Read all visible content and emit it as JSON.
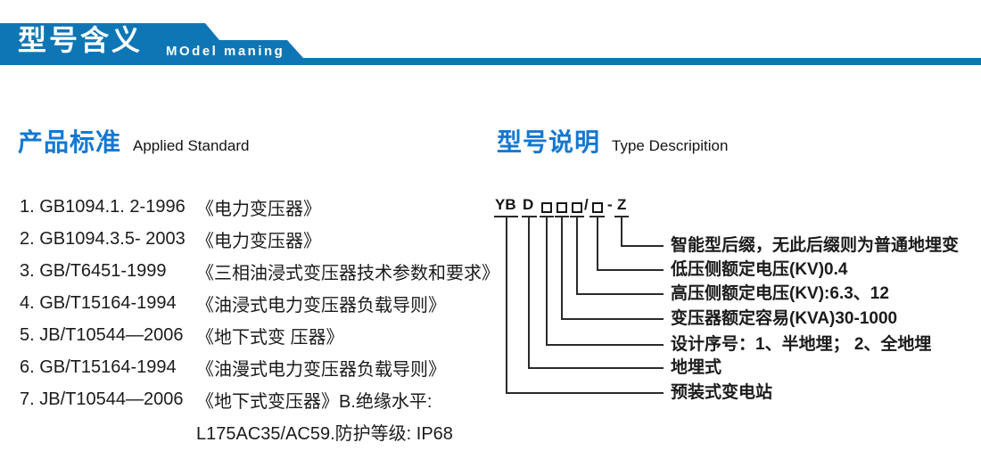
{
  "banner": {
    "title_zh": "型号含义",
    "title_en": "MOdel maning"
  },
  "sections": {
    "standards": {
      "title_zh": "产品标准",
      "title_en": "Applied Standard"
    },
    "model": {
      "title_zh": "型号说明",
      "title_en": "Type Descripition"
    }
  },
  "standards": {
    "items": [
      {
        "code": "1. GB1094.1. 2-1996",
        "title": "《电力变压器》"
      },
      {
        "code": "2. GB1094.3.5- 2003",
        "title": "《电力变压器》"
      },
      {
        "code": "3. GB/T6451-1999",
        "title": "《三相油浸式变压器技术参数和要求》"
      },
      {
        "code": "4. GB/T15164-1994",
        "title": "《油浸式电力变压器负载导则》"
      },
      {
        "code": "5. JB/T10544—2006",
        "title": "《地下式变 压器》"
      },
      {
        "code": "6. GB/T15164-1994",
        "title": "《油漫式电力变压器负载导则》"
      },
      {
        "code": "7. JB/T10544—2006",
        "title": "《地下式变压器》B.绝缘水平:"
      },
      {
        "code": "",
        "title": "L175AC35/AC59.防护等级: IP68"
      }
    ]
  },
  "model": {
    "code": {
      "yb": "YB",
      "d": "D",
      "slash": "/",
      "dash": "-",
      "z": "Z"
    },
    "labels": [
      "智能型后缀，无此后缀则为普通地埋变",
      "低压侧额定电压(KV)0.4",
      "高压侧额定电压(KV):6.3、12",
      "变压器额定容易(KVA)30-1000",
      "设计序号：1、半地埋； 2、全地埋",
      "地埋式",
      "预装式变电站"
    ]
  },
  "colors": {
    "banner_blue": "#0f76b5",
    "section_title_blue": "#1478d2",
    "text": "#1b1b1b"
  }
}
